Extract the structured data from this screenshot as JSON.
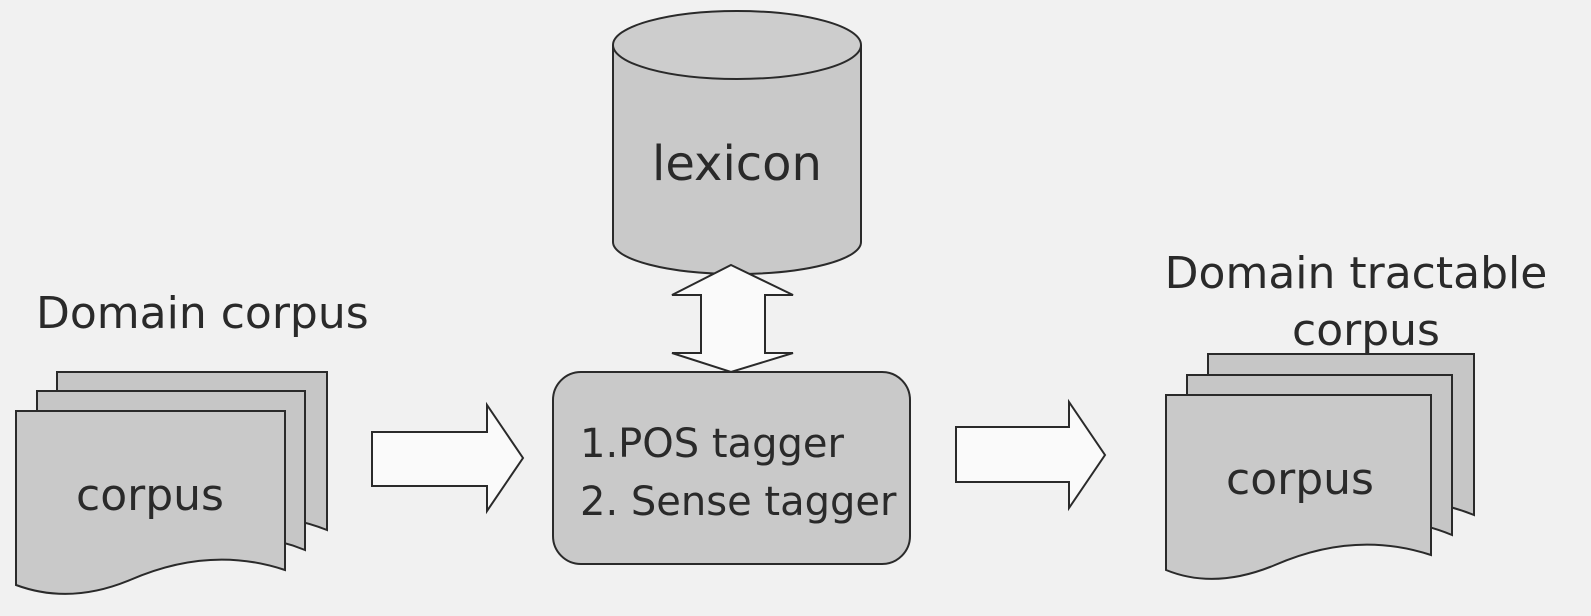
{
  "colors": {
    "background": "#f1f1f1",
    "shape_fill": "#c9c9c9",
    "page_fill": "#c6c6c6",
    "stroke": "#2a2a2a",
    "arrow_fill": "#fafafa"
  },
  "source": {
    "title": "Domain corpus",
    "stack_label": "corpus"
  },
  "lexicon": {
    "label": "lexicon"
  },
  "tagger": {
    "line1": "1.POS tagger",
    "line2": "2. Sense tagger"
  },
  "output": {
    "title_line1": "Domain tractable",
    "title_line2": "corpus",
    "stack_label": "corpus"
  }
}
